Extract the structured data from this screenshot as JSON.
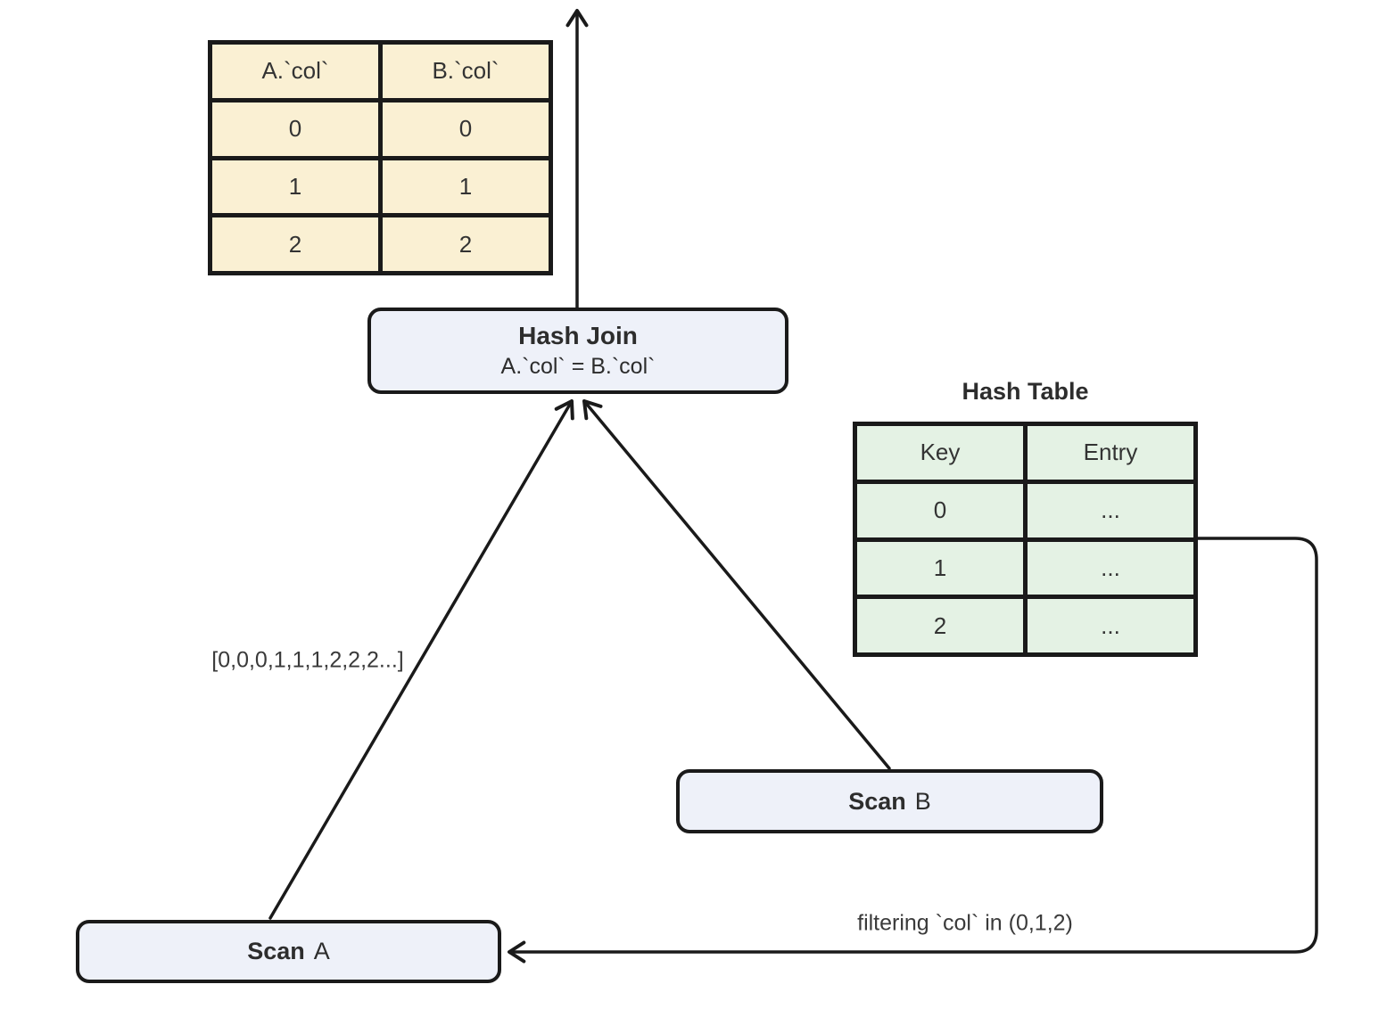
{
  "output_table": {
    "headers": [
      "A.`col`",
      "B.`col`"
    ],
    "rows": [
      [
        "0",
        "0"
      ],
      [
        "1",
        "1"
      ],
      [
        "2",
        "2"
      ]
    ]
  },
  "hash_join": {
    "title": "Hash Join",
    "condition": "A.`col` = B.`col`"
  },
  "hash_table": {
    "title": "Hash Table",
    "headers": [
      "Key",
      "Entry"
    ],
    "rows": [
      [
        "0",
        "..."
      ],
      [
        "1",
        "..."
      ],
      [
        "2",
        "..."
      ]
    ]
  },
  "scan_a": {
    "op": "Scan",
    "target": "A"
  },
  "scan_b": {
    "op": "Scan",
    "target": "B"
  },
  "edge_labels": {
    "scan_a_stream": "[0,0,0,1,1,1,2,2,2...]",
    "hash_table_filter": "filtering `col` in (0,1,2)"
  },
  "colors": {
    "output_table_fill": "#FAF0D3",
    "hash_table_fill": "#E4F2E4",
    "node_fill": "#EEF1F9",
    "stroke": "#1A1A1A",
    "text": "#333333"
  }
}
